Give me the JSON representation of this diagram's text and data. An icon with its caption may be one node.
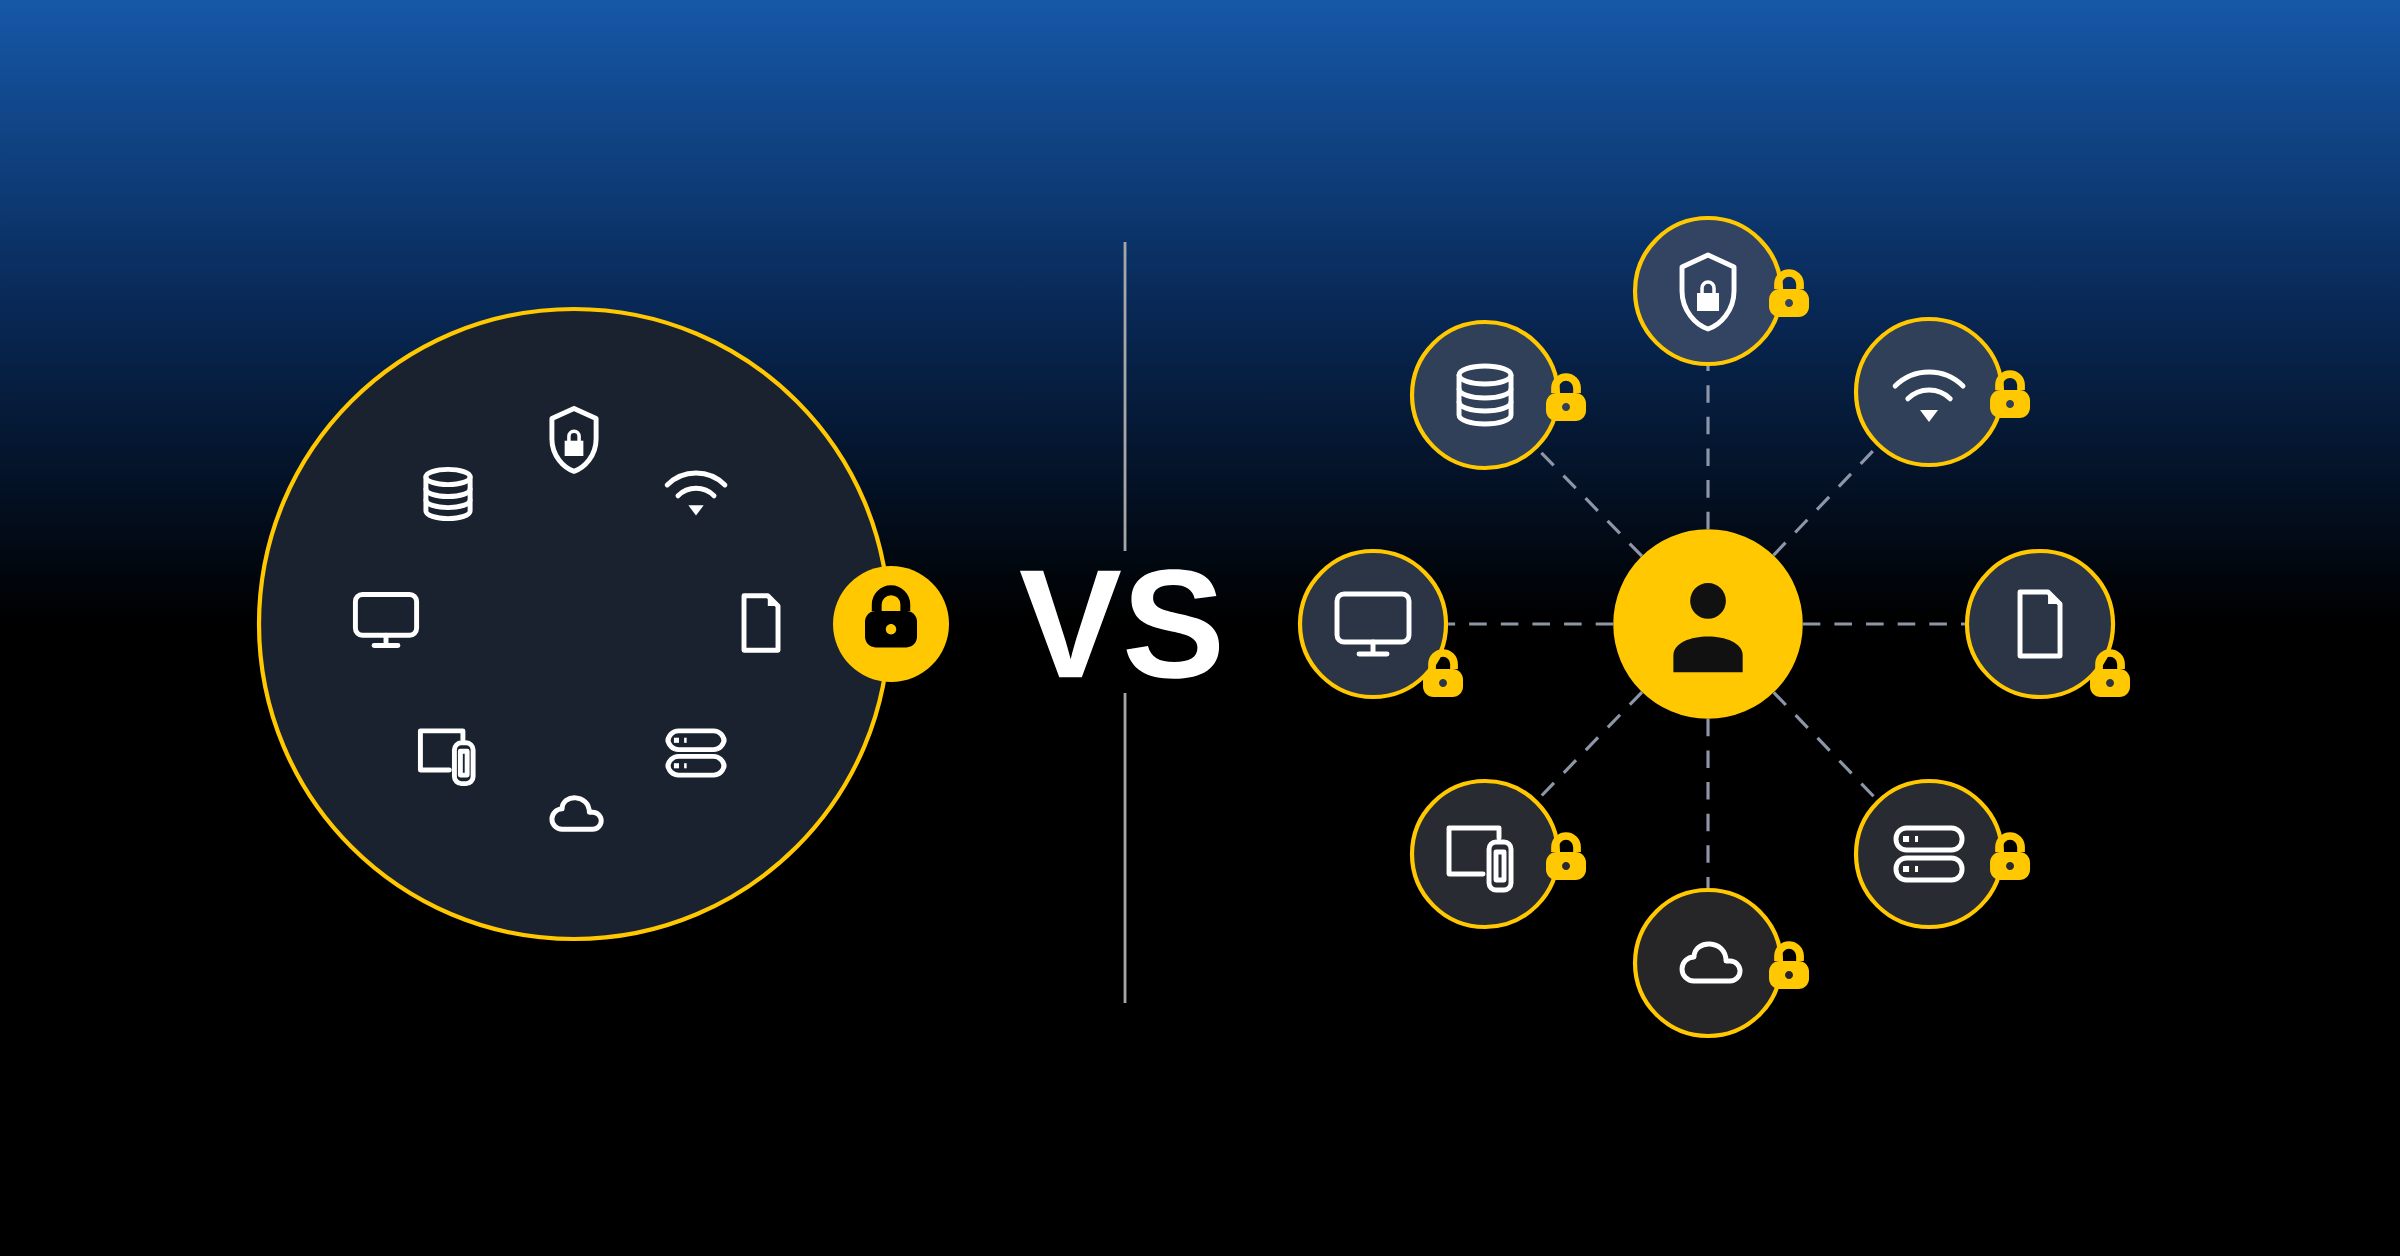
{
  "diagram": {
    "nodes": [
      {
        "text": [],
        "shape": "circle"
      },
      {
        "text": [],
        "shape": "circle"
      },
      {
        "text": [],
        "shape": "circle"
      },
      {
        "text": [],
        "shape": "circle"
      },
      {
        "text": [],
        "shape": "circle"
      },
      {
        "text": [],
        "shape": "circle"
      },
      {
        "text": [],
        "shape": "circle"
      },
      {
        "text": [],
        "shape": "circle"
      },
      {
        "text": [],
        "shape": "circle"
      }
    ],
    "edges": [
      {
        "from": 4,
        "to": 0,
        "arrow": "none",
        "style": "dashed"
      },
      {
        "from": 4,
        "to": 1,
        "arrow": "none",
        "style": "dashed"
      },
      {
        "from": 4,
        "to": 2,
        "arrow": "none",
        "style": "dashed"
      },
      {
        "from": 4,
        "to": 3,
        "arrow": "none",
        "style": "dashed"
      },
      {
        "from": 4,
        "to": 5,
        "arrow": "none",
        "style": "dashed"
      },
      {
        "from": 4,
        "to": 6,
        "arrow": "none",
        "style": "dashed"
      },
      {
        "from": 4,
        "to": 7,
        "arrow": "none",
        "style": "dashed"
      },
      {
        "from": 4,
        "to": 8,
        "arrow": "none",
        "style": "dashed"
      }
    ],
    "labels": [
      "VS"
    ]
  }
}
